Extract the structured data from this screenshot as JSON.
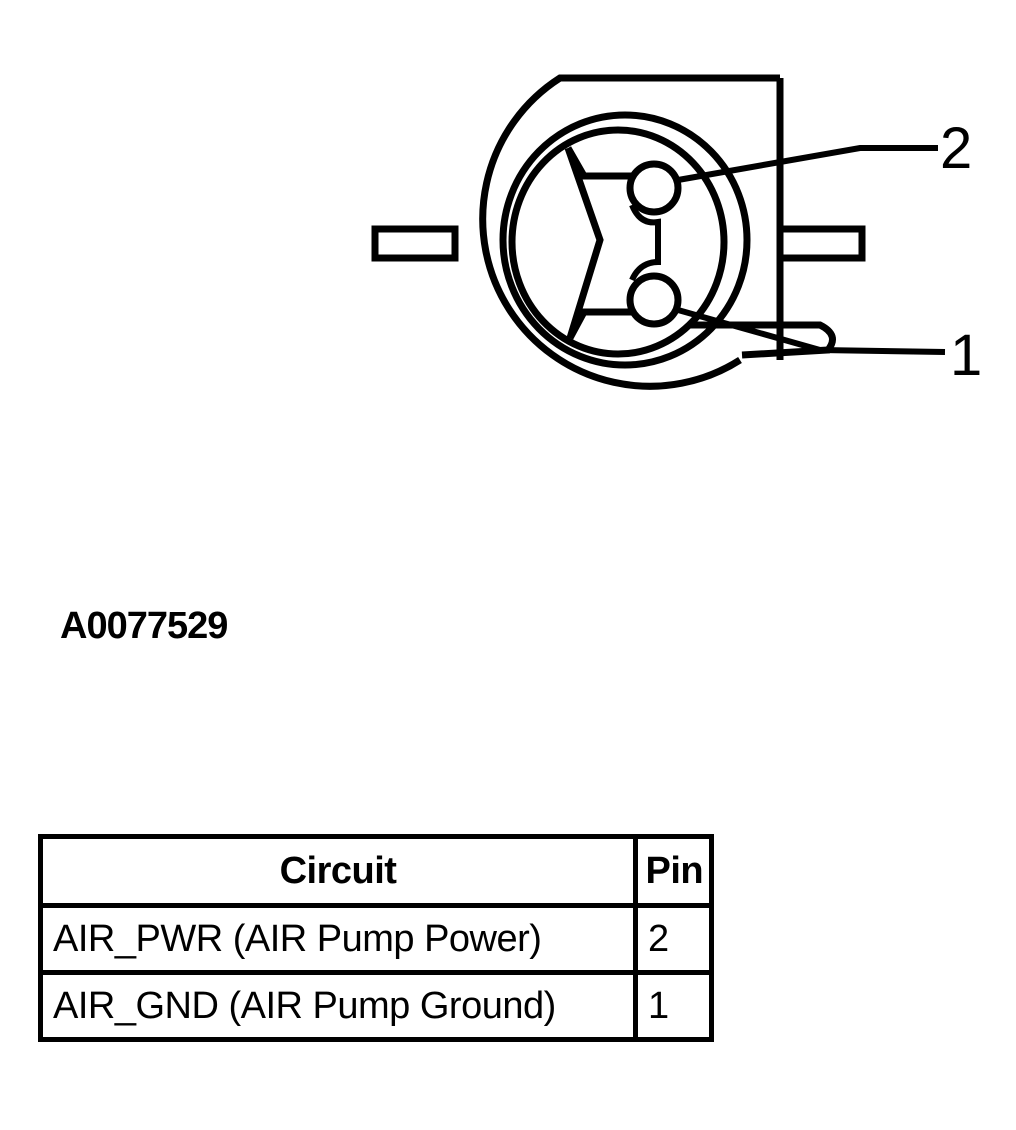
{
  "diagram": {
    "type": "electrical-connector-face-view",
    "callouts": [
      {
        "label": "2",
        "target": "upper-pin"
      },
      {
        "label": "1",
        "target": "lower-pin"
      }
    ],
    "figure_id": "A0077529"
  },
  "table": {
    "headers": {
      "circuit": "Circuit",
      "pin": "Pin"
    },
    "rows": [
      {
        "circuit": "AIR_PWR (AIR Pump Power)",
        "pin": "2"
      },
      {
        "circuit": "AIR_GND (AIR Pump Ground)",
        "pin": "1"
      }
    ]
  },
  "colors": {
    "line": "#000000",
    "background": "#ffffff"
  }
}
